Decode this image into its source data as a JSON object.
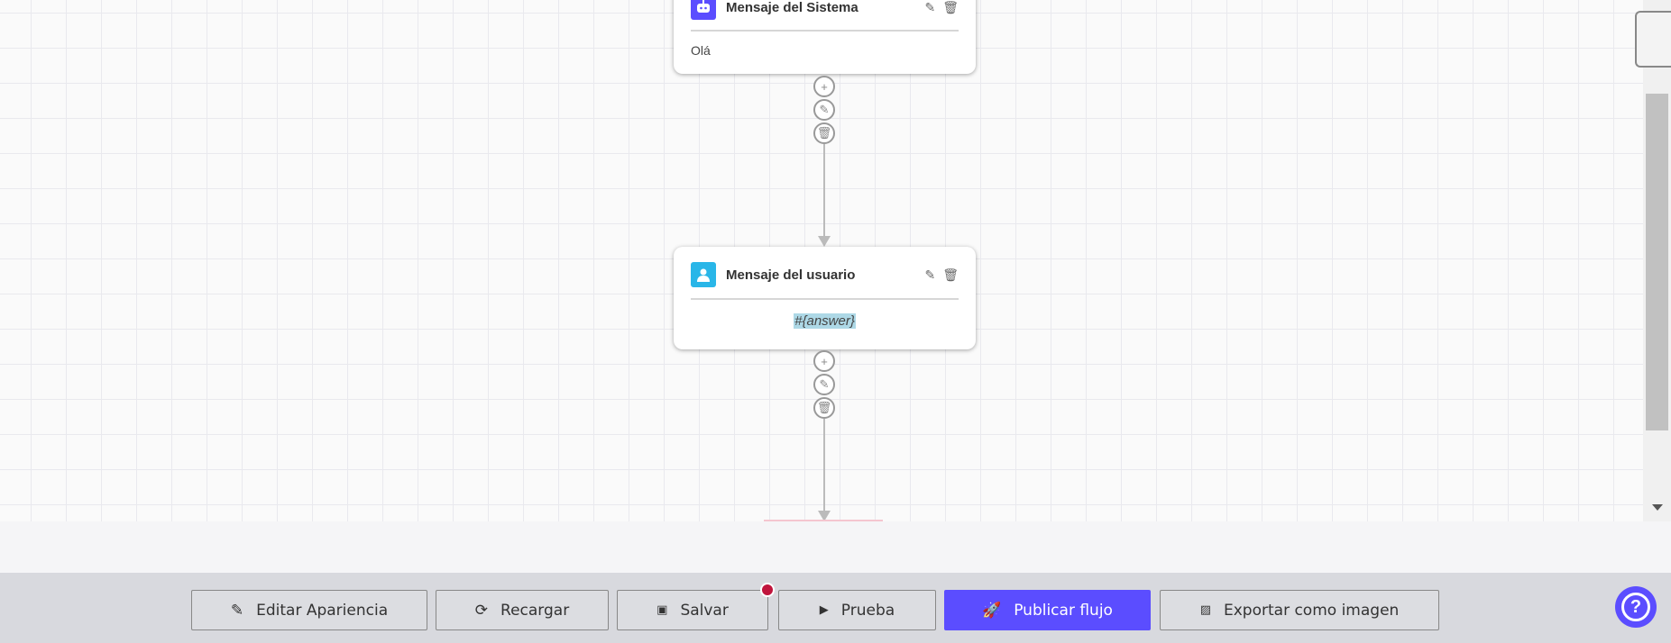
{
  "nodes": [
    {
      "type": "system",
      "title": "Mensaje del Sistema",
      "icon": "robot-icon",
      "color": "#5b4dff",
      "text": "Olá"
    },
    {
      "type": "user",
      "title": "Mensaje del usuario",
      "icon": "user-icon",
      "color": "#29b6e8",
      "text": "#{answer}"
    }
  ],
  "toolbar": {
    "edit_appearance": "Editar Apariencia",
    "reload": "Recargar",
    "save": "Salvar",
    "test": "Prueba",
    "publish": "Publicar flujo",
    "export": "Exportar como imagen"
  },
  "colors": {
    "accent": "#5b4dff",
    "unsaved_dot": "#c0143c"
  },
  "help": "?"
}
